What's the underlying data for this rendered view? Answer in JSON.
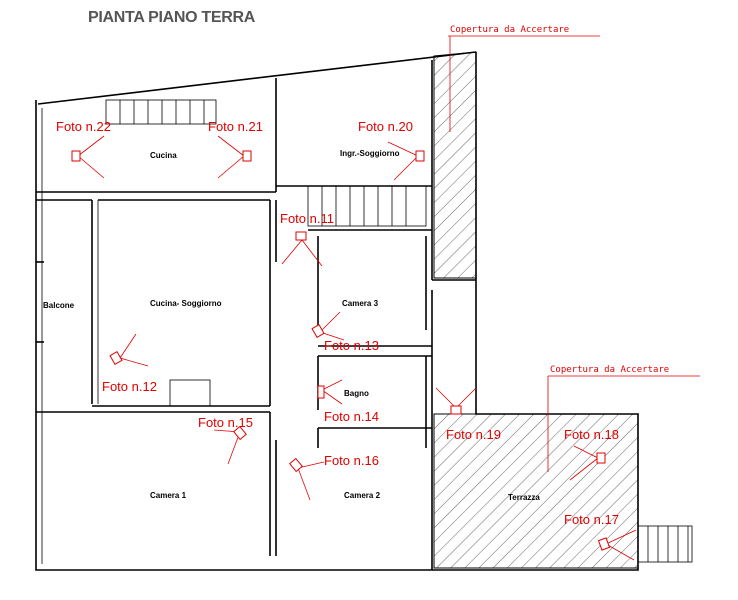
{
  "title": "PIANTA PIANO TERRA",
  "notes": {
    "covering_top": "Copertura da Accertare",
    "covering_right": "Copertura da Accertare"
  },
  "rooms": {
    "cucina": "Cucina",
    "ingresso": "Ingr.-Soggiorno",
    "balcone": "Balcone",
    "cucina_soggiorno": "Cucina- Soggiorno",
    "camera3": "Camera 3",
    "bagno": "Bagno",
    "camera1": "Camera 1",
    "camera2": "Camera 2",
    "terrazza": "Terrazza"
  },
  "photos": [
    {
      "id": "foto-22",
      "label": "Foto n.22"
    },
    {
      "id": "foto-21",
      "label": "Foto n.21"
    },
    {
      "id": "foto-20",
      "label": "Foto n.20"
    },
    {
      "id": "foto-11",
      "label": "Foto n.11"
    },
    {
      "id": "foto-13",
      "label": "Foto n.13"
    },
    {
      "id": "foto-12",
      "label": "Foto n.12"
    },
    {
      "id": "foto-14",
      "label": "Foto n.14"
    },
    {
      "id": "foto-15",
      "label": "Foto n.15"
    },
    {
      "id": "foto-16",
      "label": "Foto n.16"
    },
    {
      "id": "foto-19",
      "label": "Foto n.19"
    },
    {
      "id": "foto-18",
      "label": "Foto n.18"
    },
    {
      "id": "foto-17",
      "label": "Foto n.17"
    }
  ],
  "colors": {
    "annotation": "#e00000",
    "walls": "#000000",
    "title": "#555555"
  }
}
